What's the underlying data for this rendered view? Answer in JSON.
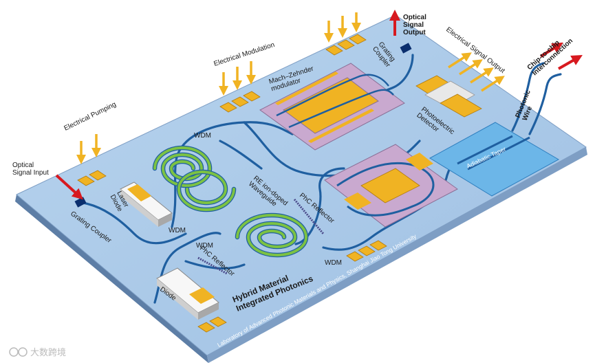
{
  "labels": {
    "optical_signal_input": [
      "Optical",
      "Signal Input"
    ],
    "electrical_pumping": "Electrical Pumping",
    "electrical_modulation": "Electrical Modulation",
    "optical_signal_output": [
      "Optical",
      "Signal",
      "Output"
    ],
    "electrical_signal_output": "Electrical Signal Output",
    "chip_to_chip": [
      "Chip-to-chip",
      "Interconnection"
    ],
    "photonic_wire": [
      "Photonic",
      "Wire"
    ],
    "grating_coupler_top": [
      "Grating",
      "Coupler"
    ],
    "grating_coupler_bottom": "Grating Coupler",
    "mach_zehnder": [
      "Mach–Zehnder",
      "modulator"
    ],
    "photoelectric_detector": [
      "Photoelectric",
      "Detector"
    ],
    "adiabatic_taper": "Adiabatic Taper",
    "laser_diode": [
      "Laser",
      "Diode"
    ],
    "diode": "Diode",
    "wdm_top": "WDM",
    "wdm_laser": "WDM",
    "wdm_mid": "WDM",
    "wdm_bottom": "WDM",
    "re_waveguide": [
      "RE ion-doped",
      "Waveguide"
    ],
    "phc_reflector_right": "PhC Reflector",
    "phc_reflector_left": "PhC Reflector",
    "hybrid_title": [
      "Hybrid Material",
      "Integrated Photonics"
    ],
    "laboratory": "Laboratory of Advanced Photonic Materials and Physics, Shanghai Jiao Tong University",
    "watermark": "大数跨境"
  },
  "colors": {
    "chip_top": "#a9c8e8",
    "chip_side": "#6f8fb4",
    "waveguide": "#1f5fa0",
    "spiral": "#7cc243",
    "electrode": "#f0b323",
    "modulator_box": "#c9a9cf",
    "taper_box": "#6cb6e8",
    "arrow_orange": "#f0b323",
    "arrow_red": "#d7191f"
  },
  "icons": [
    "arrow-down-icon",
    "arrow-right-icon",
    "arrow-up-icon",
    "watermark-logo-icon"
  ]
}
